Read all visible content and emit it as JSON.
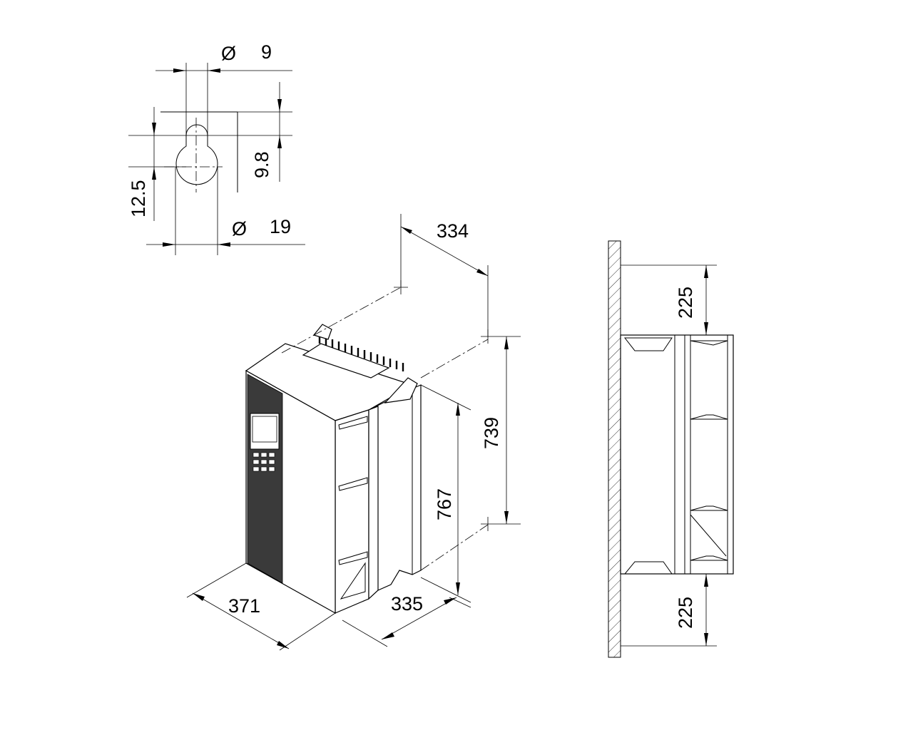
{
  "keyhole_detail": {
    "slot_diameter": "9",
    "slot_offset": "9.8",
    "hole_offset": "12.5",
    "hole_diameter": "19",
    "diameter_symbol": "Ø"
  },
  "isometric_view": {
    "mount_hole_spacing_horizontal": "334",
    "mount_hole_spacing_vertical": "739",
    "height": "767",
    "width": "371",
    "depth": "335"
  },
  "side_view": {
    "clearance_top": "225",
    "clearance_bottom": "225"
  }
}
